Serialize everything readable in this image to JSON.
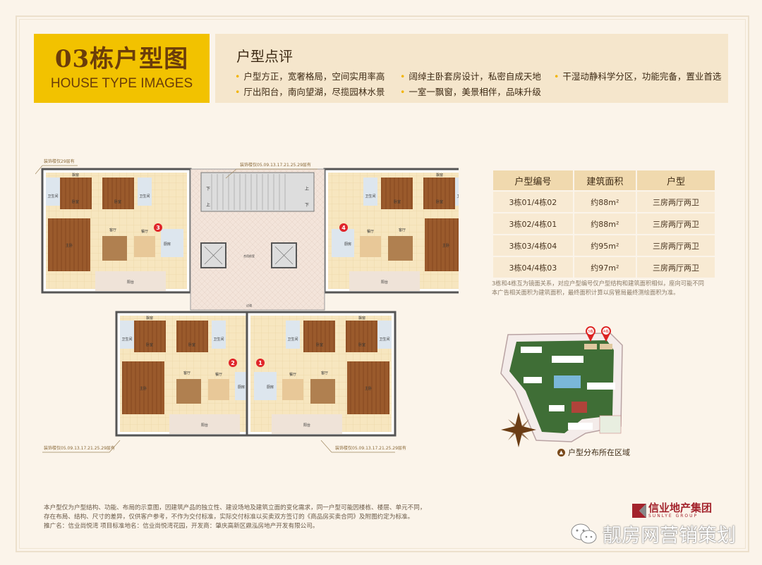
{
  "header": {
    "title_cn": "03栋户型图",
    "title_en": "HOUSE TYPE IMAGES"
  },
  "review": {
    "title": "户型点评",
    "points": [
      "户型方正，宽奢格局，空间实用率高",
      "阔绰主卧套房设计，私密自成天地",
      "干湿动静科学分区，功能完备，置业首选",
      "厅出阳台，南向望湖，尽揽园林水景",
      "一室一飘窗，美景相伴，品味升级"
    ]
  },
  "floorplan": {
    "annotations": [
      "装饰楼仅29层有",
      "装饰楼仅05.09.13.17.21.25.29层有",
      "装饰楼仅05.09.13.17.21.25.29层有",
      "装饰楼仅05.09.13.17.21.25.29层有"
    ],
    "unit_markers": [
      "3",
      "4",
      "2",
      "1"
    ],
    "rooms": {
      "bath": "卫生间",
      "bed": "卧室",
      "master": "主卧",
      "living": "客厅",
      "dining": "餐厅",
      "kitchen": "厨房",
      "balcony": "阳台",
      "bay": "飘窗",
      "lobby": "合用前室",
      "corridor": "过道",
      "up": "上",
      "down": "下"
    },
    "accent": "#e0252a"
  },
  "table": {
    "headers": [
      "户型编号",
      "建筑面积",
      "户型"
    ],
    "rows": [
      [
        "3栋01/4栋02",
        "约88m²",
        "三房两厅两卫"
      ],
      [
        "3栋02/4栋01",
        "约88m²",
        "三房两厅两卫"
      ],
      [
        "3栋03/4栋04",
        "约95m²",
        "三房两厅两卫"
      ],
      [
        "3栋04/4栋03",
        "约97m²",
        "三房两厅两卫"
      ]
    ],
    "notes": [
      "3栋和4栋互为镜面关系，对应户型编号仅户型结构和建筑面积相似，座向可能不同",
      "本广告相关面积为建筑面积，最终面积计算以房管局最终测绘面积为准。"
    ]
  },
  "site_map": {
    "markers": [
      "3栋",
      "4栋"
    ],
    "legend": "户型分布所在区域"
  },
  "disclaimer": [
    "本户型仅为户型结构、功能、布局的示意图，因建筑产品的独立性、建设场地及建筑立面的变化需求，同一户型可能因楼栋、楼层、单元不同，",
    "存在布局、结构、尺寸的差异，仅供客户参考，不作为交付标准，实际交付标准以买卖双方签订的《商品房买卖合同》及附图约定为标准。",
    "推广名：信业尚悦湾 项目标准地名：信业尚悦湾花园，开发商：肇庆高新区鼎泓房地产开发有限公司。"
  ],
  "logo": {
    "cn": "信业地产集团",
    "en": "SUNLYE GROUP"
  },
  "watermark": {
    "text": "靓房网营销策划",
    "icon": "wechat-icon"
  },
  "colors": {
    "title_bg": "#f2c200",
    "title_text": "#6b3d0a",
    "panel_bg": "#f5e6cc",
    "table_header": "#f0d9ae",
    "table_row": "#f8ead3",
    "brand_red": "#a3232c"
  }
}
